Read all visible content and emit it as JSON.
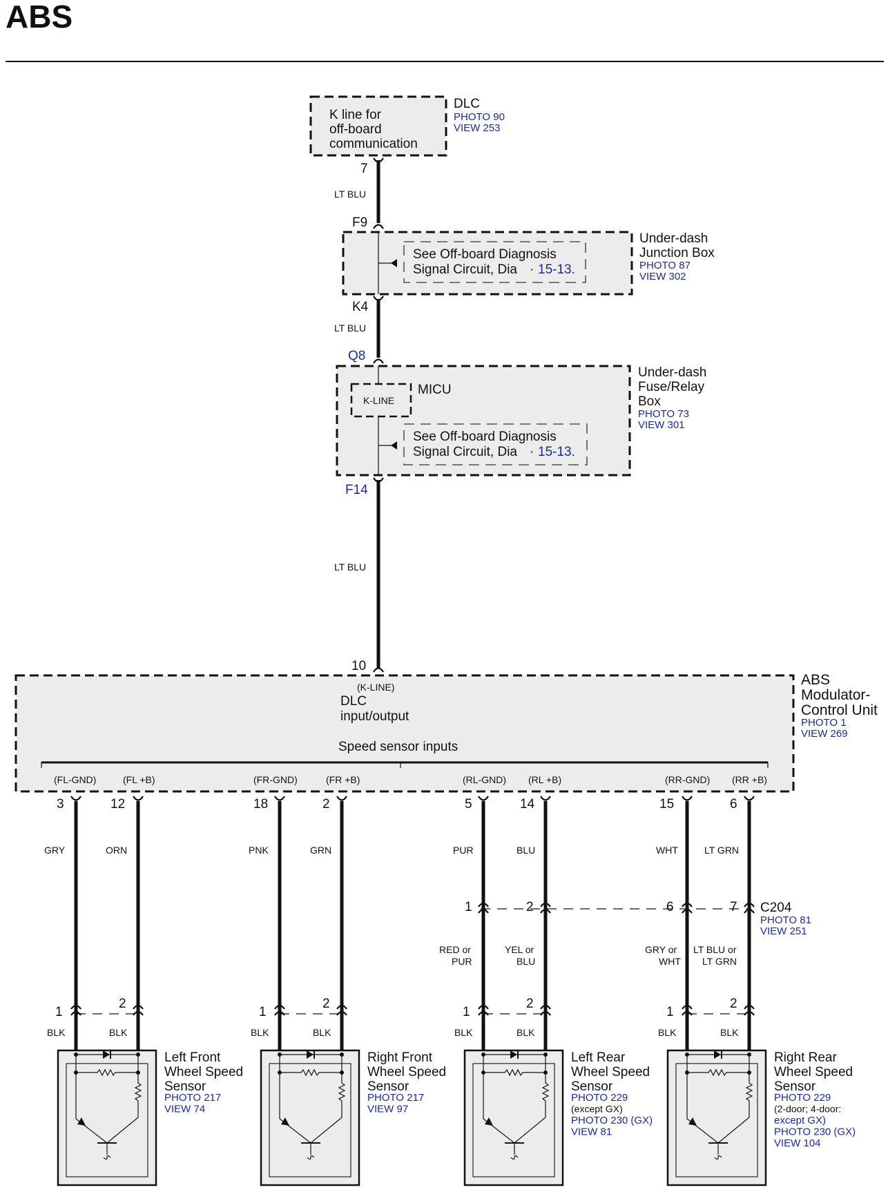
{
  "page_title": "ABS",
  "dlc": {
    "box_lines": [
      "K line for",
      "off-board",
      "communication"
    ],
    "name": "DLC",
    "photo": "PHOTO 90",
    "view": "VIEW 253",
    "pin": "7"
  },
  "wire_top": "LT BLU",
  "junction_box": {
    "pin_in": "F9",
    "pin_out": "K4",
    "see_line1": "See Off-board Diagnosis",
    "see_line2": "Signal Circuit,  Dia",
    "see_ref": "15-13.",
    "name_lines": [
      "Under-dash",
      "Junction Box"
    ],
    "photo": "PHOTO 87",
    "view": "VIEW 302"
  },
  "wire_mid": "LT BLU",
  "relay_box": {
    "pin_in": "Q8",
    "pin_out": "F14",
    "kline": "K-LINE",
    "micu": "MICU",
    "see_line1": "See Off-board Diagnosis",
    "see_line2": "Signal Circuit,  Dia",
    "see_ref": "15-13.",
    "name_lines": [
      "Under-dash",
      "Fuse/Relay",
      "Box"
    ],
    "photo": "PHOTO 73",
    "view": "VIEW 301"
  },
  "wire_low": "LT BLU",
  "abs_unit": {
    "pin": "10",
    "kline_label": "(K-LINE)",
    "dlc_lines": [
      "DLC",
      "input/output"
    ],
    "speed_label": "Speed sensor inputs",
    "name_lines": [
      "ABS",
      "Modulator-",
      "Control Unit"
    ],
    "photo": "PHOTO 1",
    "view": "VIEW 269"
  },
  "abs_pins": [
    {
      "signal": "(FL-GND)",
      "pin": "3",
      "wire": "GRY"
    },
    {
      "signal": "(FL +B)",
      "pin": "12",
      "wire": "ORN"
    },
    {
      "signal": "(FR-GND)",
      "pin": "18",
      "wire": "PNK"
    },
    {
      "signal": "(FR +B)",
      "pin": "2",
      "wire": "GRN"
    },
    {
      "signal": "(RL-GND)",
      "pin": "5",
      "wire": "PUR"
    },
    {
      "signal": "(RL +B)",
      "pin": "14",
      "wire": "BLU"
    },
    {
      "signal": "(RR-GND)",
      "pin": "15",
      "wire": "WHT"
    },
    {
      "signal": "(RR +B)",
      "pin": "6",
      "wire": "LT GRN"
    }
  ],
  "c204": {
    "name": "C204",
    "photo": "PHOTO 81",
    "view": "VIEW 251",
    "pins": [
      "1",
      "2",
      "6",
      "7"
    ],
    "wires_below": [
      [
        "RED or",
        "PUR"
      ],
      [
        "YEL or",
        "BLU"
      ],
      [
        "GRY or",
        "WHT"
      ],
      [
        "LT BLU or",
        "LT GRN"
      ]
    ]
  },
  "sensor_pins": [
    "1",
    "2"
  ],
  "sensor_wire": "BLK",
  "sensors": [
    {
      "name_lines": [
        "Left Front",
        "Wheel Speed",
        "Sensor"
      ],
      "ref_lines": [
        "PHOTO 217",
        "VIEW 74"
      ]
    },
    {
      "name_lines": [
        "Right Front",
        "Wheel Speed",
        "Sensor"
      ],
      "ref_lines": [
        "PHOTO 217",
        "VIEW 97"
      ]
    },
    {
      "name_lines": [
        "Left Rear",
        "Wheel Speed",
        "Sensor"
      ],
      "ref_lines": [
        "PHOTO 229",
        "(except GX)",
        "PHOTO 230 (GX)",
        "VIEW 81"
      ]
    },
    {
      "name_lines": [
        "Right Rear",
        "Wheel Speed",
        "Sensor"
      ],
      "ref_lines": [
        "PHOTO 229",
        "(2-door; 4-door:",
        "except GX)",
        "PHOTO 230 (GX)",
        "VIEW 104"
      ]
    }
  ]
}
